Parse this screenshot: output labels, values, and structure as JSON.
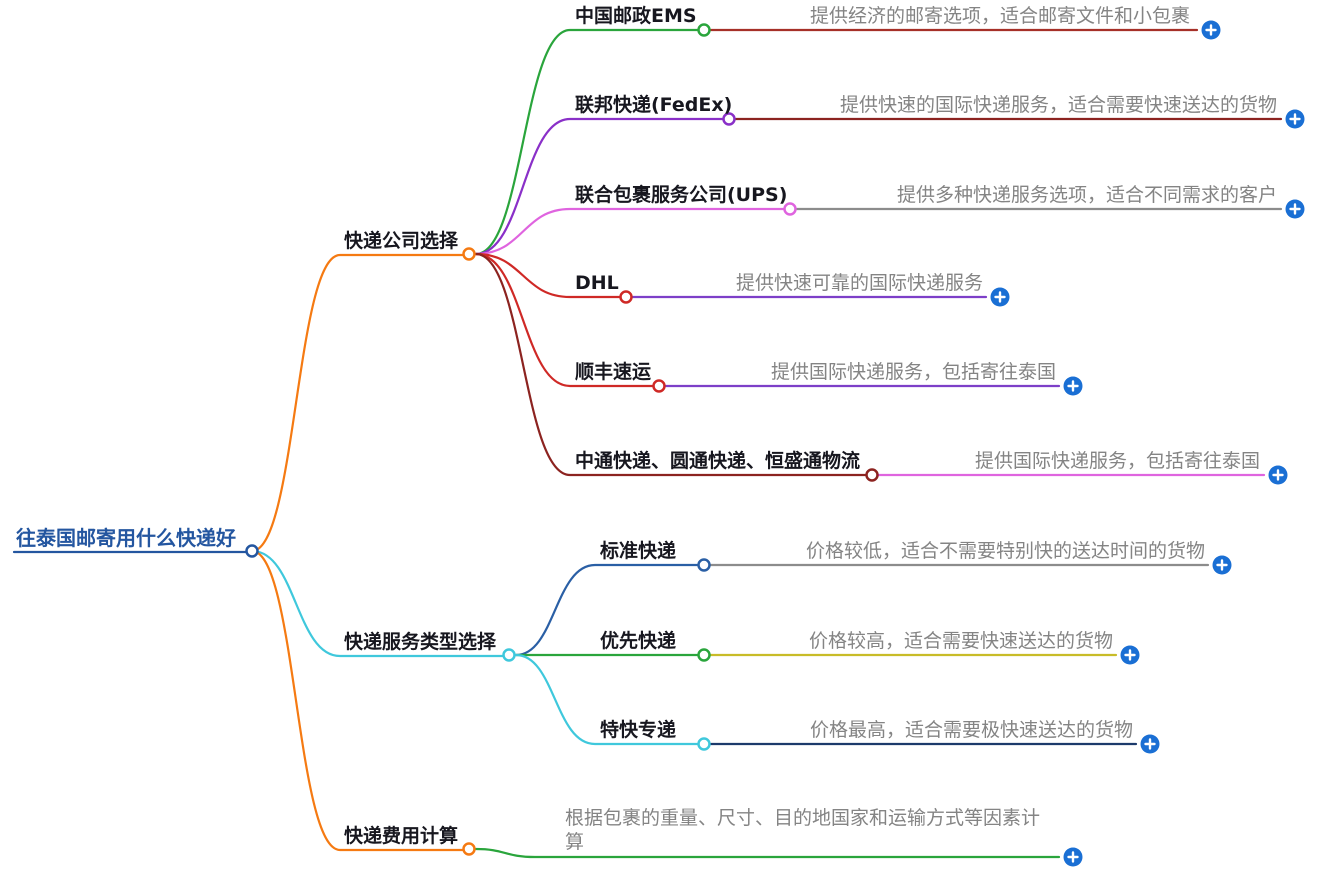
{
  "root": {
    "label": "往泰国邮寄用什么快递好"
  },
  "branches": [
    {
      "label": "快递公司选择",
      "children": [
        {
          "label": "中国邮政EMS",
          "desc": "提供经济的邮寄选项，适合邮寄文件和小包裹"
        },
        {
          "label": "联邦快递(FedEx)",
          "desc": "提供快速的国际快递服务，适合需要快速送达的货物"
        },
        {
          "label": "联合包裹服务公司(UPS)",
          "desc": "提供多种快递服务选项，适合不同需求的客户"
        },
        {
          "label": "DHL",
          "desc": "提供快速可靠的国际快递服务"
        },
        {
          "label": "顺丰速运",
          "desc": "提供国际快递服务，包括寄往泰国"
        },
        {
          "label": "中通快递、圆通快递、恒盛通物流",
          "desc": "提供国际快递服务，包括寄往泰国"
        }
      ]
    },
    {
      "label": "快递服务类型选择",
      "children": [
        {
          "label": "标准快递",
          "desc": "价格较低，适合不需要特别快的送达时间的货物"
        },
        {
          "label": "优先快递",
          "desc": "价格较高，适合需要快速送达的货物"
        },
        {
          "label": "特快专递",
          "desc": "价格最高，适合需要极快速送达的货物"
        }
      ]
    },
    {
      "label": "快递费用计算",
      "desc": "根据包裹的重量、尺寸、目的地国家和运输方式等因素计算"
    }
  ],
  "icons": {
    "expand": "plus-circle"
  },
  "colors": {
    "root_blue": "#2456a0",
    "orange": "#f57a12",
    "cyan": "#3fc8dc",
    "green": "#2aa53c",
    "purple": "#8a30c8",
    "magenta": "#df64df",
    "red": "#cf2926",
    "maroon": "#8c2320",
    "brick": "#a63028",
    "gray_line": "#8c8c8c",
    "violet": "#7d3fc8",
    "navy": "#2a5fa5",
    "olive": "#c8bc28",
    "dark_navy": "#1c3a6b",
    "plus_blue": "#1a6fd4",
    "desc_gray": "#848484"
  }
}
